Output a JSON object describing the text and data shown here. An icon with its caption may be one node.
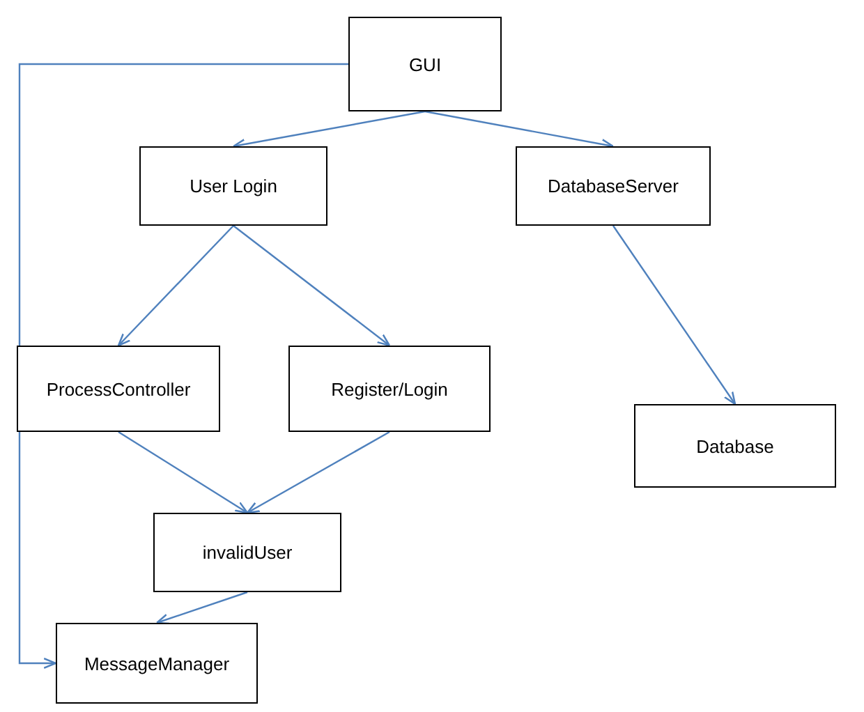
{
  "diagram": {
    "nodes": [
      {
        "text": [
          "GUI"
        ]
      },
      {
        "text": [
          "User Login"
        ]
      },
      {
        "text": [
          "DatabaseServer"
        ]
      },
      {
        "text": [
          "ProcessController"
        ]
      },
      {
        "text": [
          "Register/Login"
        ]
      },
      {
        "text": [
          "Database"
        ]
      },
      {
        "text": [
          "invalidUser"
        ]
      },
      {
        "text": [
          "MessageManager"
        ]
      }
    ],
    "edges": [
      {
        "from": 0,
        "to": 1,
        "arrow": "to"
      },
      {
        "from": 0,
        "to": 2,
        "arrow": "to"
      },
      {
        "from": 1,
        "to": 3,
        "arrow": "to"
      },
      {
        "from": 1,
        "to": 4,
        "arrow": "to"
      },
      {
        "from": 2,
        "to": 5,
        "arrow": "to"
      },
      {
        "from": 3,
        "to": 6,
        "arrow": "to"
      },
      {
        "from": 4,
        "to": 6,
        "arrow": "to"
      },
      {
        "from": 6,
        "to": 7,
        "arrow": "to"
      },
      {
        "from": 0,
        "to": 7,
        "arrow": "to"
      }
    ]
  }
}
